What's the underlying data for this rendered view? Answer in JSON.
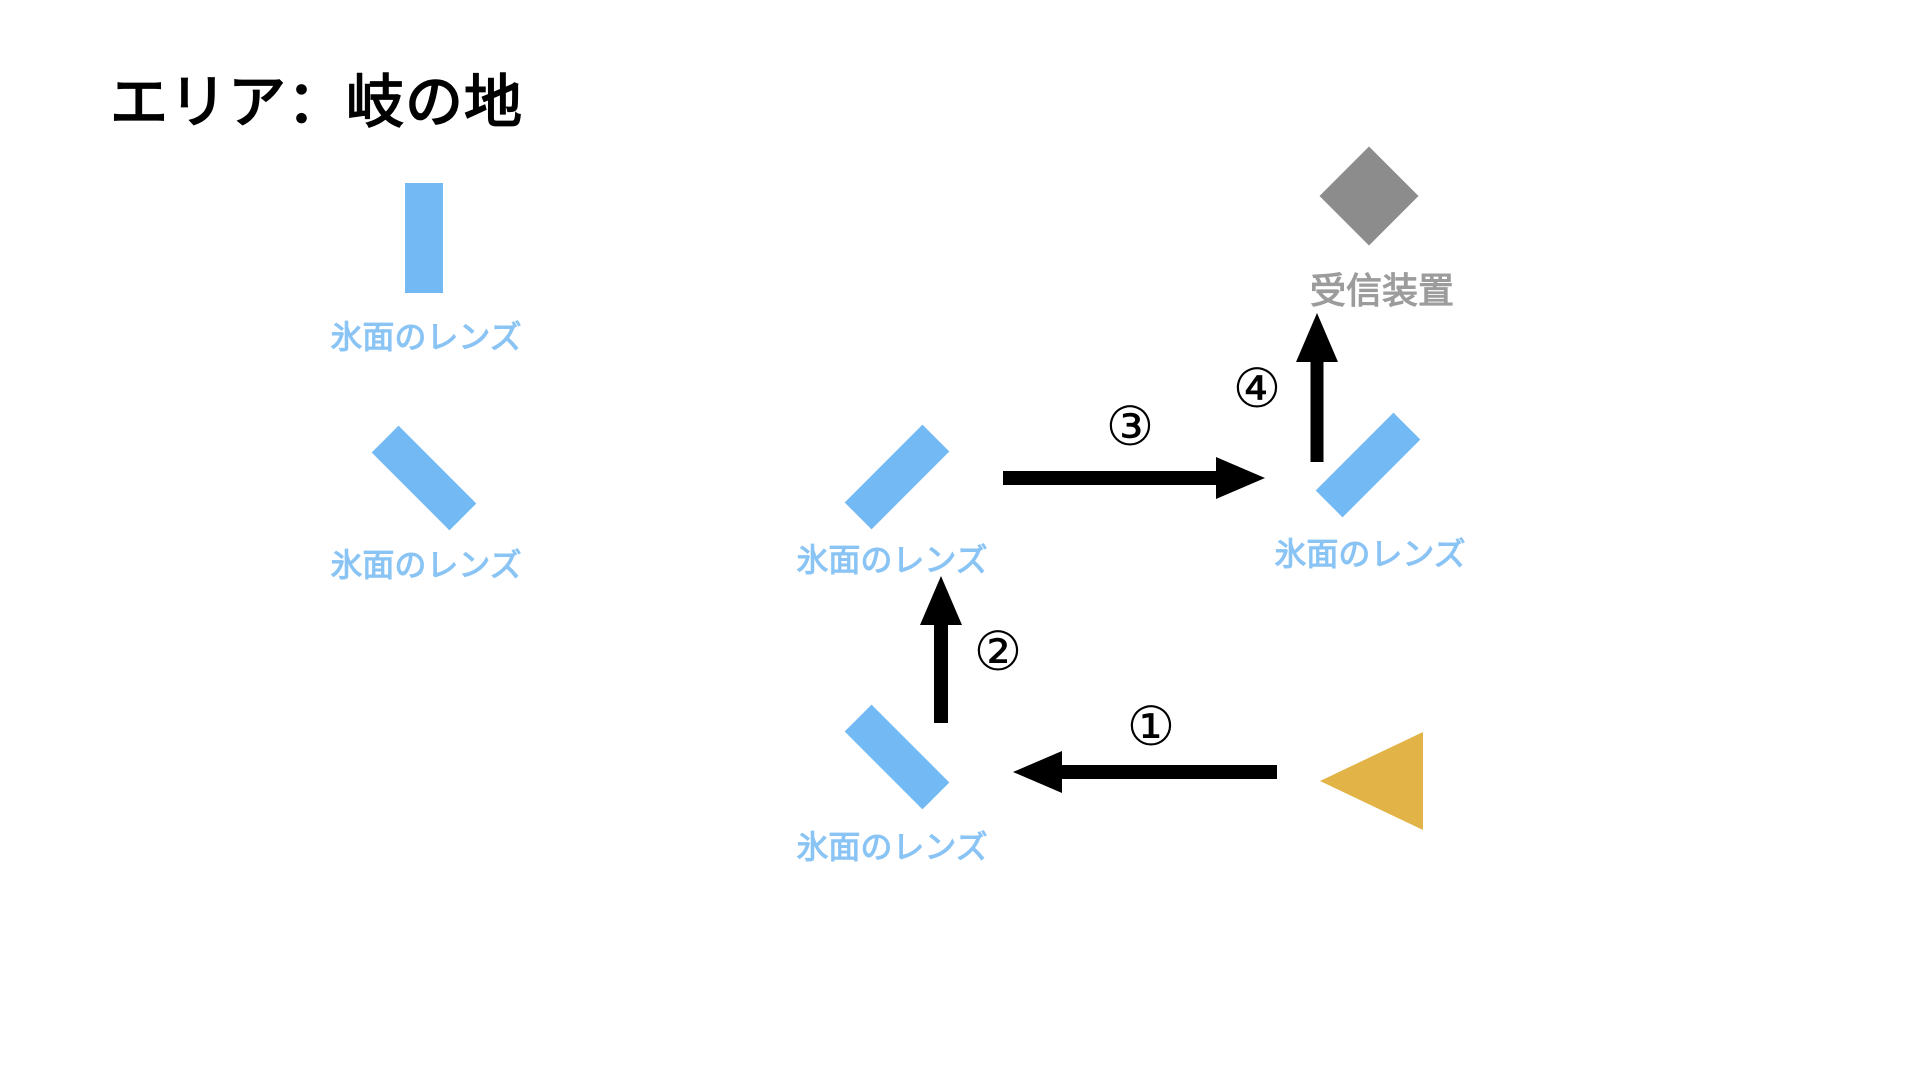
{
  "title": "エリア：岐の地",
  "colors": {
    "lens": "#73baf5",
    "lens_label": "#8ac4f4",
    "receiver": "#8c8c8c",
    "receiver_label": "#9c9c9c",
    "source": "#e2b447",
    "arrow": "#000000",
    "title_text": "#000000"
  },
  "nodes": {
    "lens_top_left": {
      "label": "氷面のレンズ",
      "shape": "vertical-bar"
    },
    "lens_mid_left": {
      "label": "氷面のレンズ",
      "shape": "diagonal-backslash"
    },
    "lens_center": {
      "label": "氷面のレンズ",
      "shape": "diagonal-slash"
    },
    "lens_bottom": {
      "label": "氷面のレンズ",
      "shape": "diagonal-backslash"
    },
    "lens_right": {
      "label": "氷面のレンズ",
      "shape": "diagonal-slash"
    },
    "receiver": {
      "label": "受信装置",
      "shape": "diamond"
    },
    "source": {
      "shape": "triangle-left"
    }
  },
  "arrows": {
    "step1": {
      "label": "①",
      "direction": "left"
    },
    "step2": {
      "label": "②",
      "direction": "up"
    },
    "step3": {
      "label": "③",
      "direction": "right"
    },
    "step4": {
      "label": "④",
      "direction": "up"
    }
  }
}
